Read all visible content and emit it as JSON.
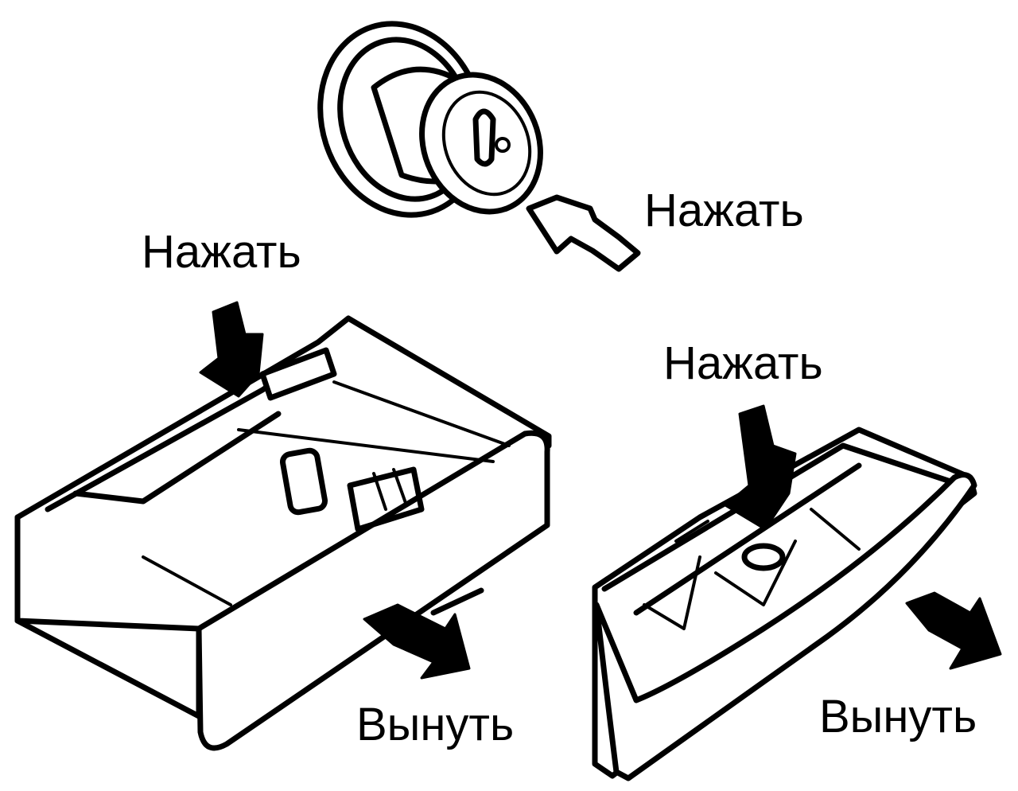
{
  "labels": {
    "press_knob": "Нажать",
    "press_drawer_left": "Нажать",
    "press_drawer_right": "Нажать",
    "pull_drawer_left": "Вынуть",
    "pull_drawer_right": "Вынуть"
  },
  "colors": {
    "ink": "#000000",
    "paper": "#ffffff"
  }
}
